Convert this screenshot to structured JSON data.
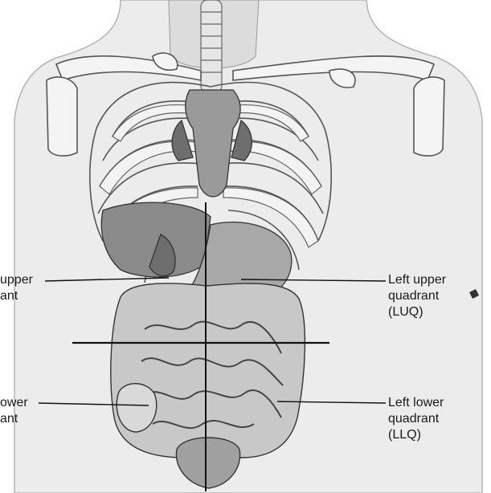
{
  "labels": {
    "ruq": "upper\nant",
    "luq": "Left upper\nquadrant\n(LUQ)",
    "rlq": "ower\nant",
    "llq": "Left lower\nquadrant\n(LLQ)"
  },
  "colors": {
    "skin": "#ececec",
    "bone": "#f4f4f4",
    "bone_stroke": "#555555",
    "organ": "#9a9a9a",
    "organ_dark": "#6e6e6e",
    "intestine": "#bdbdbd",
    "line": "#111111"
  }
}
